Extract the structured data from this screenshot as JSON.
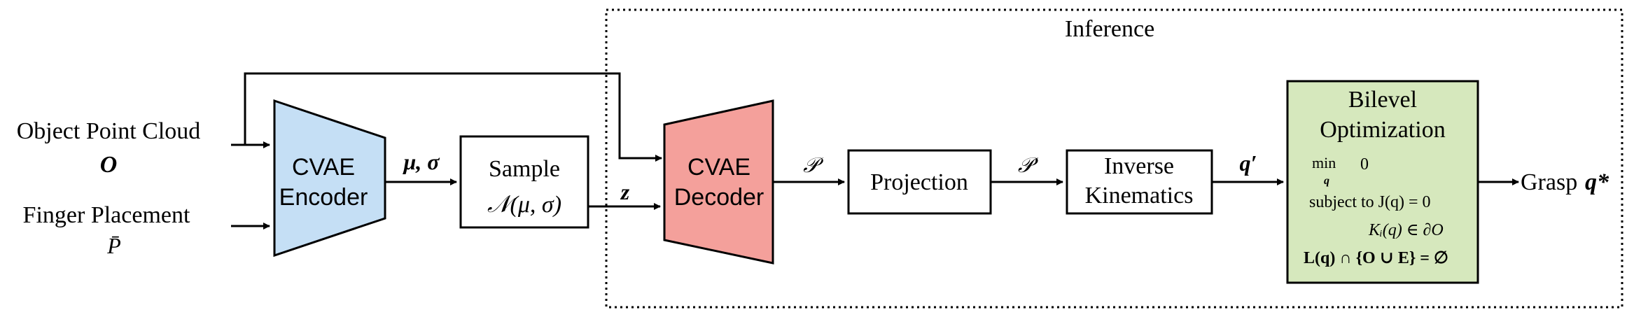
{
  "inference_region": {
    "label": "Inference"
  },
  "inputs": {
    "object_point_cloud": {
      "label": "Object Point Cloud",
      "symbol": "O"
    },
    "finger_placement": {
      "label": "Finger Placement",
      "symbol": "P̄"
    }
  },
  "encoder": {
    "line1": "CVAE",
    "line2": "Encoder",
    "fill": "#c5dff5"
  },
  "encoder_output": {
    "label": "μ, σ"
  },
  "sample_block": {
    "line1": "Sample",
    "line2": "𝒩(μ, σ)"
  },
  "latent": {
    "label": "z"
  },
  "decoder": {
    "line1": "CVAE",
    "line2": "Decoder",
    "fill": "#f4a09b"
  },
  "decoder_output": {
    "label": "𝒫"
  },
  "projection_block": {
    "label": "Projection"
  },
  "projection_output": {
    "label": "𝒫′"
  },
  "ik_block": {
    "line1": "Inverse",
    "line2": "Kinematics"
  },
  "ik_output": {
    "label": "q′"
  },
  "optimization_block": {
    "title1": "Bilevel",
    "title2": "Optimization",
    "fill": "#d6e8bd",
    "min_label": "min",
    "min_sub": "q",
    "min_value": "0",
    "subject_to": "subject to J(q) = 0",
    "constraint2": "Kᵢ(q) ∈ ∂O",
    "constraint3": "L(q) ∩ {O ∪ E} = ∅"
  },
  "output": {
    "label": "Grasp",
    "symbol": "q*"
  }
}
